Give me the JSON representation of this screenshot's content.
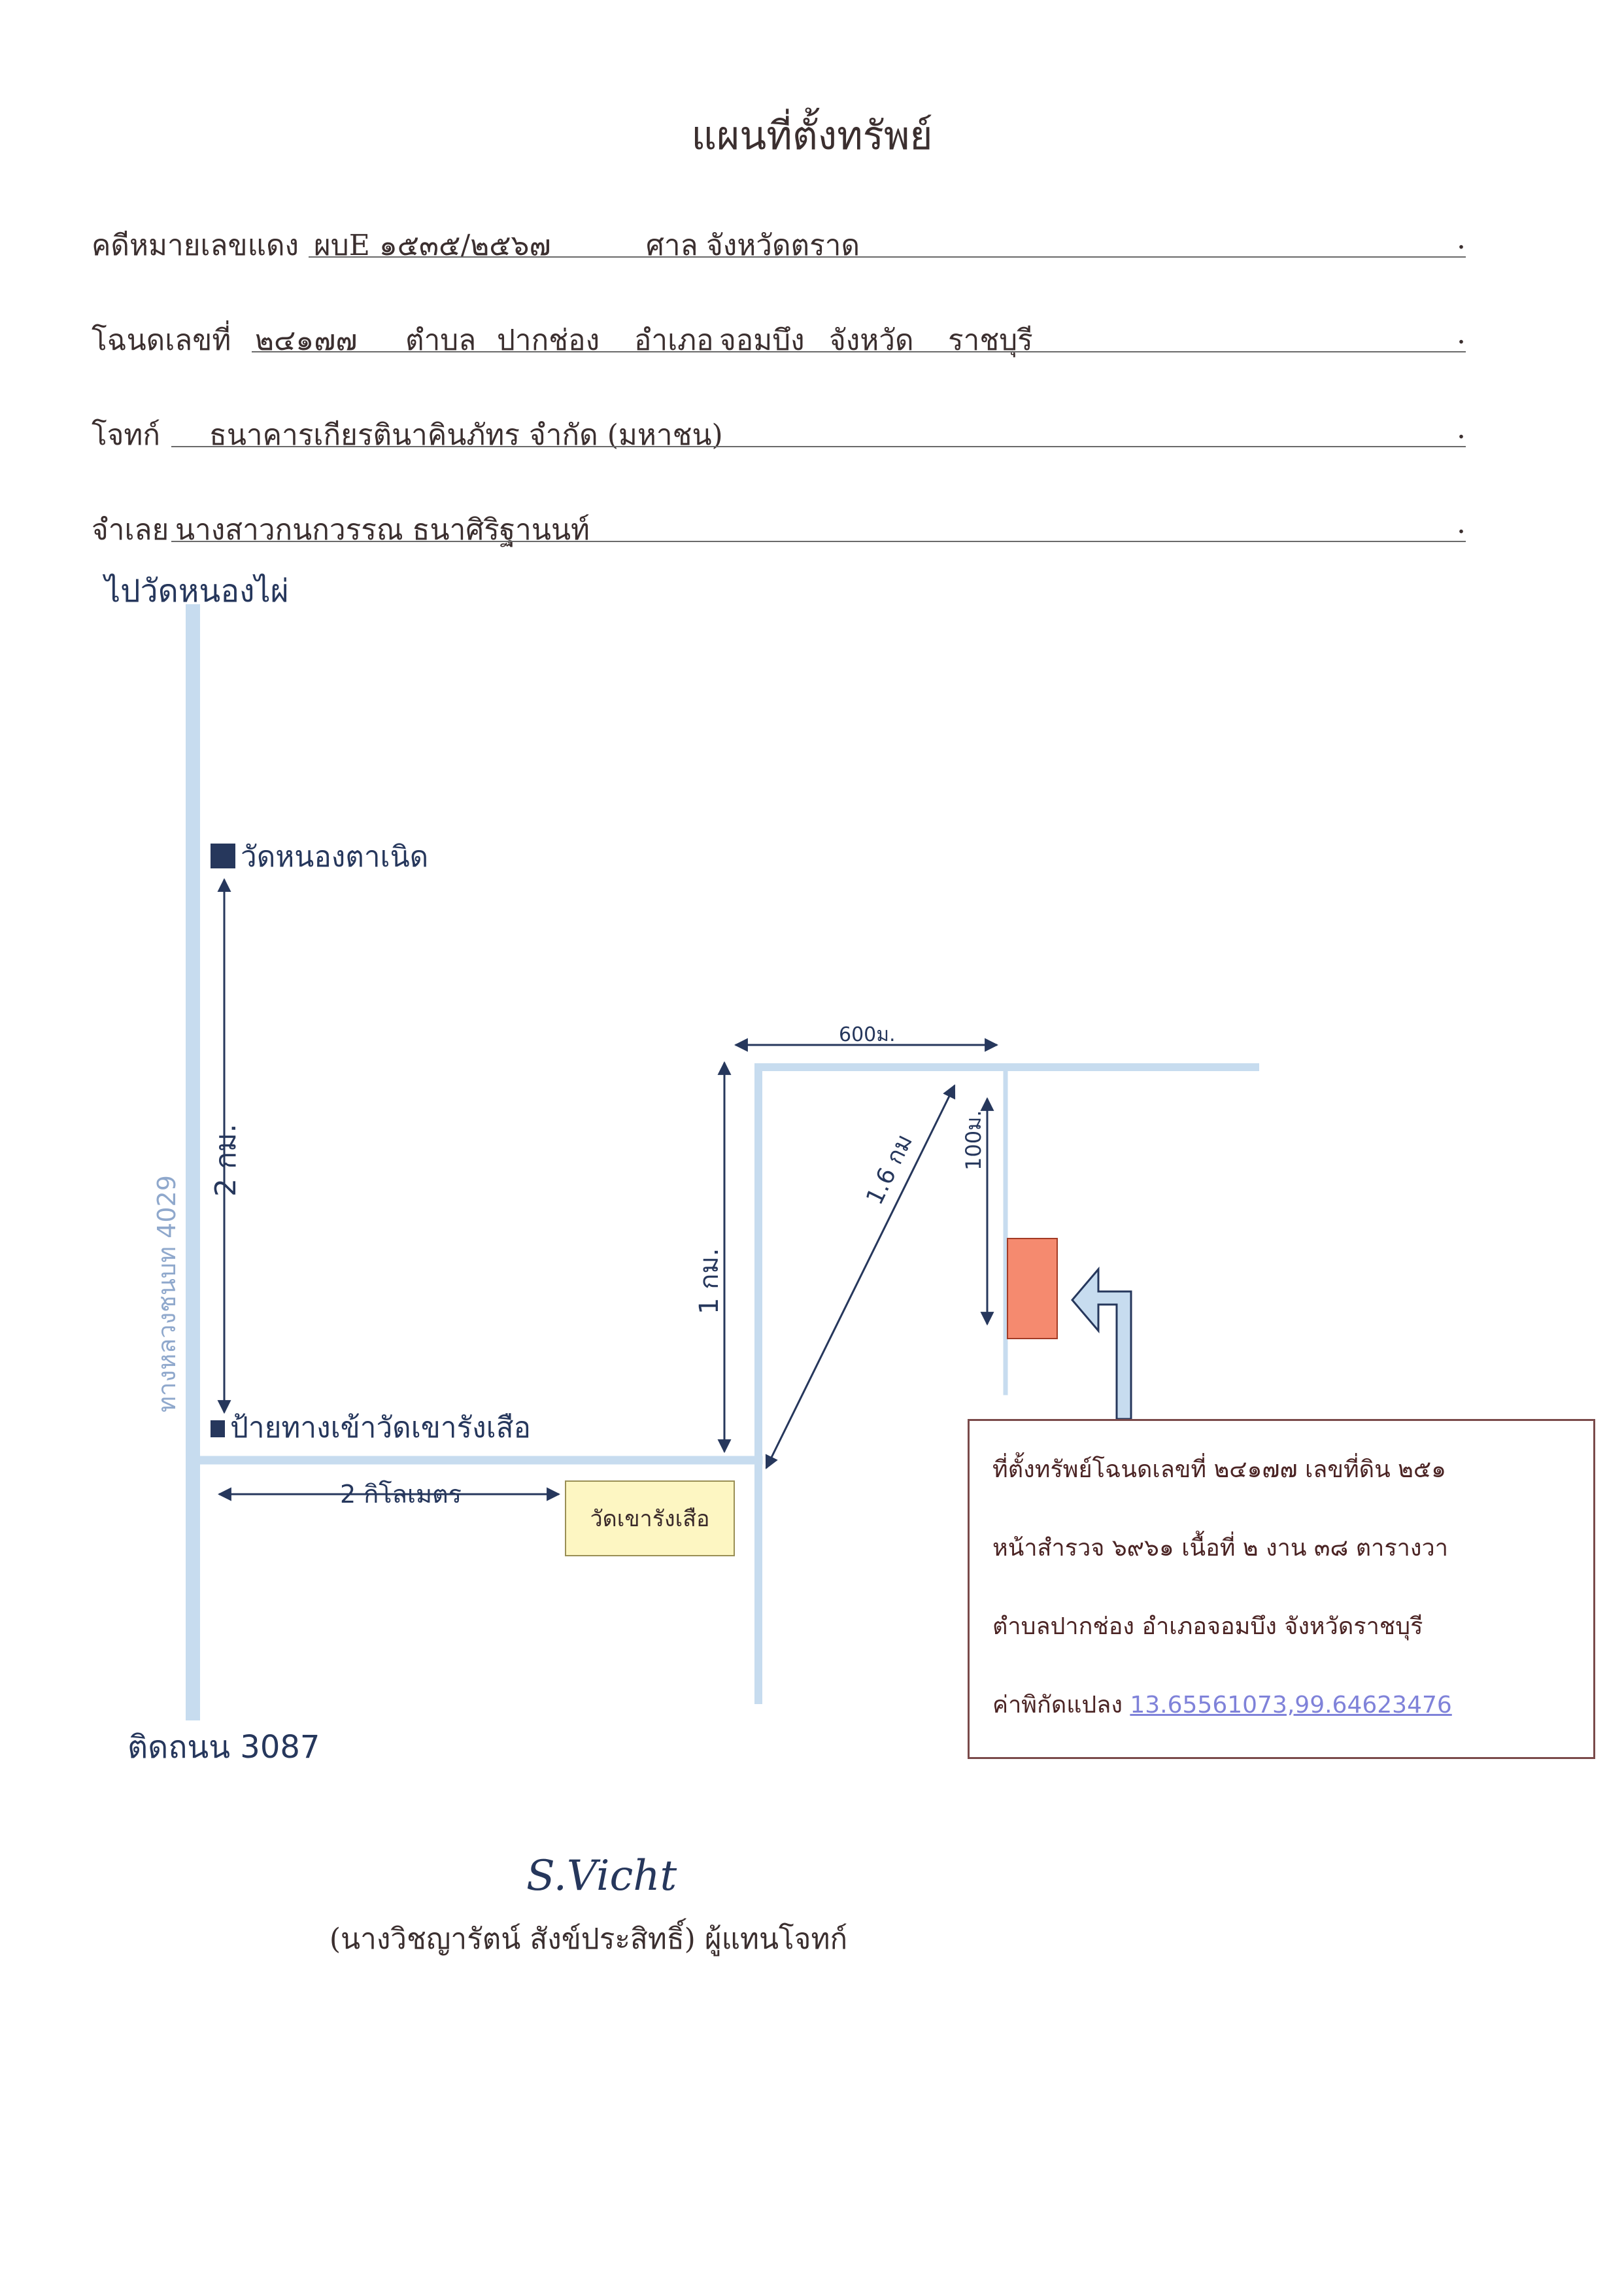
{
  "title": "แผนที่ตั้งทรัพย์",
  "fields": {
    "case": {
      "label": "คดีหมายเลขแดง",
      "value": "ผบE ๑๕๓๕/๒๕๖๗",
      "court_label": "ศาล",
      "court_value": "จังหวัดตราด"
    },
    "deed": {
      "label": "โฉนดเลขที่",
      "value": "๒๔๑๗๗",
      "subdistrict_label": "ตำบล",
      "subdistrict_value": "ปากช่อง",
      "district_label": "อำเภอ",
      "district_value": "จอมบึง",
      "province_label": "จังหวัด",
      "province_value": "ราชบุรี"
    },
    "plaintiff": {
      "label": "โจทก์",
      "value": "ธนาคารเกียรตินาคินภัทร จำกัด (มหาชน)"
    },
    "defendant": {
      "label": "จำเลย",
      "value": "นางสาวกนกวรรณ ธนาศิริฐานนท์"
    }
  },
  "map": {
    "top_destination": "ไปวัดหนองไผ่",
    "highway_label": "ทางหลวงชนบท 4029",
    "bottom_destination": "ติดถนน 3087",
    "landmark_1": "วัดหนองตาเนิด",
    "landmark_2": "ป้ายทางเข้าวัดเขารังเสือ",
    "distance_vertical": "2 กม.",
    "distance_horizontal": "2 กิโลเมตร",
    "temple_box": "วัดเขารังเสือ",
    "distance_1km": "1 กม.",
    "distance_600m": "600ม.",
    "distance_diagonal": "1.6 กม",
    "distance_100m": "100ม."
  },
  "info_box": {
    "line1": "ที่ตั้งทรัพย์โฉนดเลขที่ ๒๔๑๗๗  เลขที่ดิน ๒๕๑",
    "line2": "หน้าสำรวจ ๖๙๖๑  เนื้อที่ ๒ งาน ๓๘ ตารางวา",
    "line3": "ตำบลปากช่อง อำเภอจอมบึง จังหวัดราชบุรี",
    "coord_label": "ค่าพิกัดแปลง",
    "coord_value": "13.65561073,99.64623476"
  },
  "signature": {
    "scrawl": "S.Vicht",
    "name": "(นางวิชญารัตน์  สังข์ประสิทธิ์) ผู้แทนโจทก์"
  },
  "colors": {
    "road": "#c7dcef",
    "property": "#f58a6f",
    "temple_fill": "#fdf6c2",
    "pointer_arrow": "#8fb1da",
    "handwriting": "#26375c",
    "coordinate_link": "#7f82d9"
  }
}
